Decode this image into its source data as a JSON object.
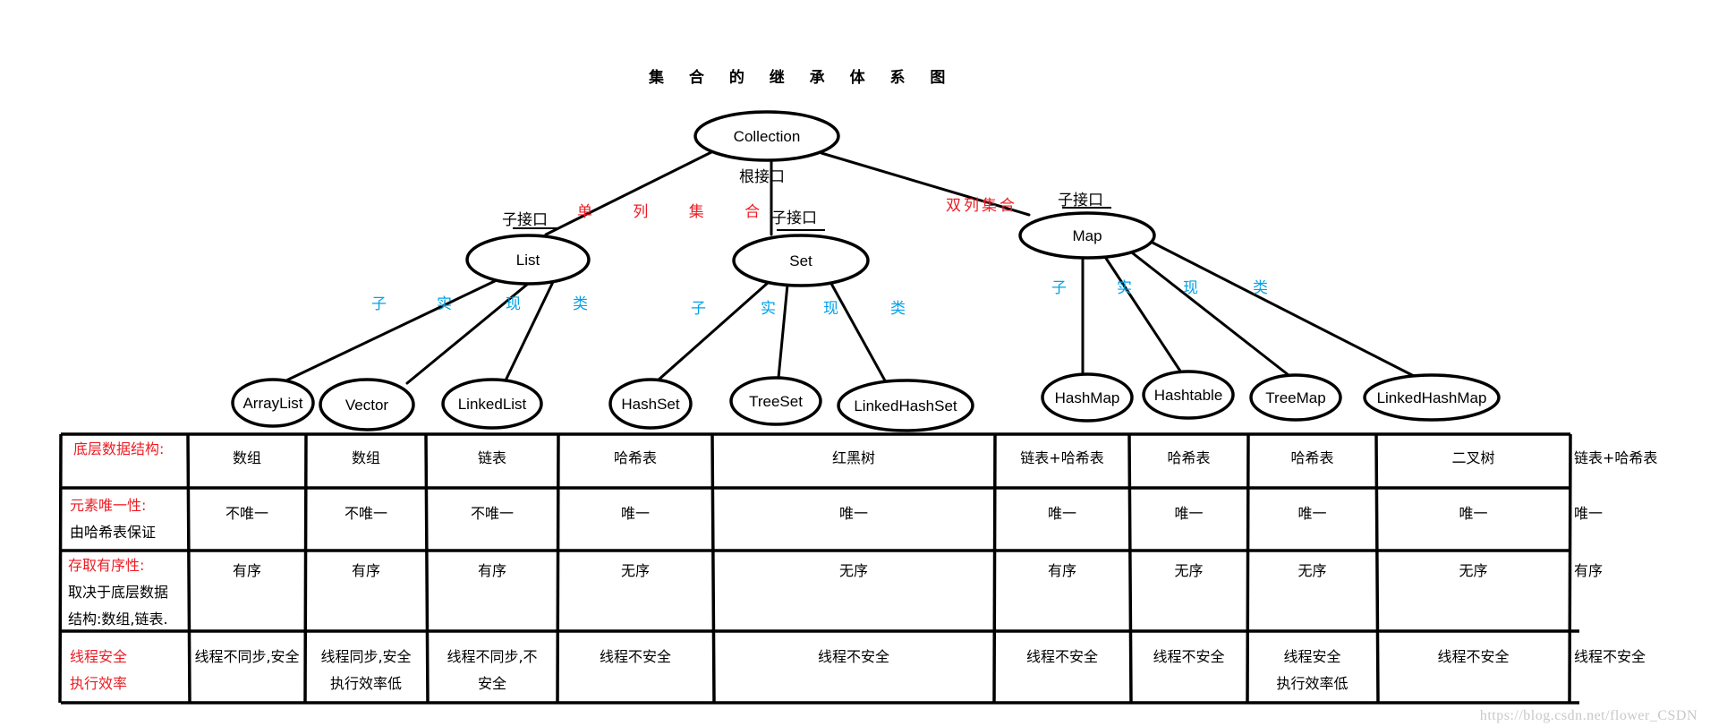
{
  "title": "集 合 的 继 承 体 系 图",
  "colors": {
    "annotation_red": "#ed1c24",
    "annotation_blue": "#00a2e8",
    "line": "#000000"
  },
  "tree": {
    "root": {
      "name": "Collection",
      "note": "根接口"
    },
    "branch_labels": {
      "single": "单  列  集  合",
      "double": "双列集合"
    },
    "interfaces": [
      {
        "name": "List",
        "note": "子接口",
        "impl_label": [
          "子",
          "实",
          "现",
          "类"
        ],
        "children": [
          "ArrayList",
          "Vector",
          "LinkedList"
        ]
      },
      {
        "name": "Set",
        "note": "子接口",
        "impl_label": [
          "子",
          "实",
          "现",
          "类"
        ],
        "children": [
          "HashSet",
          "TreeSet",
          "LinkedHashSet"
        ]
      },
      {
        "name": "Map",
        "note": "子接口",
        "impl_label": [
          "子",
          "实",
          "现",
          "类"
        ],
        "children": [
          "HashMap",
          "Hashtable",
          "TreeMap",
          "LinkedHashMap"
        ]
      }
    ]
  },
  "table": {
    "row_headers": [
      {
        "red": "底层数据结构:",
        "black": []
      },
      {
        "red": "元素唯一性:",
        "black": [
          "由哈希表保证"
        ]
      },
      {
        "red": "存取有序性:",
        "black": [
          "取决于底层数据",
          "结构:数组,链表."
        ]
      },
      {
        "red_lines": [
          "线程安全",
          "执行效率"
        ],
        "black": []
      }
    ],
    "columns": [
      {
        "class": "ArrayList",
        "structure": "数组",
        "uniqueness": "不唯一",
        "order": "有序",
        "thread": [
          "线程不同步,安全"
        ]
      },
      {
        "class": "Vector",
        "structure": "数组",
        "uniqueness": "不唯一",
        "order": "有序",
        "thread": [
          "线程同步,安全",
          "执行效率低"
        ]
      },
      {
        "class": "LinkedList",
        "structure": "链表",
        "uniqueness": "不唯一",
        "order": "有序",
        "thread": [
          "线程不同步,不",
          "安全"
        ]
      },
      {
        "class": "HashSet",
        "structure": "哈希表",
        "uniqueness": "唯一",
        "order": "无序",
        "thread": [
          "线程不安全"
        ]
      },
      {
        "class": "TreeSet",
        "structure": "红黑树",
        "uniqueness": "唯一",
        "order": "无序",
        "thread": [
          "线程不安全"
        ]
      },
      {
        "class": "LinkedHashSet",
        "structure": "链表+哈希表",
        "uniqueness": "唯一",
        "order": "有序",
        "thread": [
          "线程不安全"
        ]
      },
      {
        "class": "HashMap",
        "structure": "哈希表",
        "uniqueness": "唯一",
        "order": "无序",
        "thread": [
          "线程不安全"
        ]
      },
      {
        "class": "Hashtable",
        "structure": "哈希表",
        "uniqueness": "唯一",
        "order": "无序",
        "thread": [
          "线程安全",
          "执行效率低"
        ]
      },
      {
        "class": "TreeMap",
        "structure": "二叉树",
        "uniqueness": "唯一",
        "order": "无序",
        "thread": [
          "线程不安全"
        ]
      },
      {
        "class": "LinkedHashMap",
        "structure": "链表+哈希表",
        "uniqueness": "唯一",
        "order": "有序",
        "thread": [
          "线程不安全"
        ]
      }
    ]
  },
  "watermark": "https://blog.csdn.net/flower_CSDN"
}
